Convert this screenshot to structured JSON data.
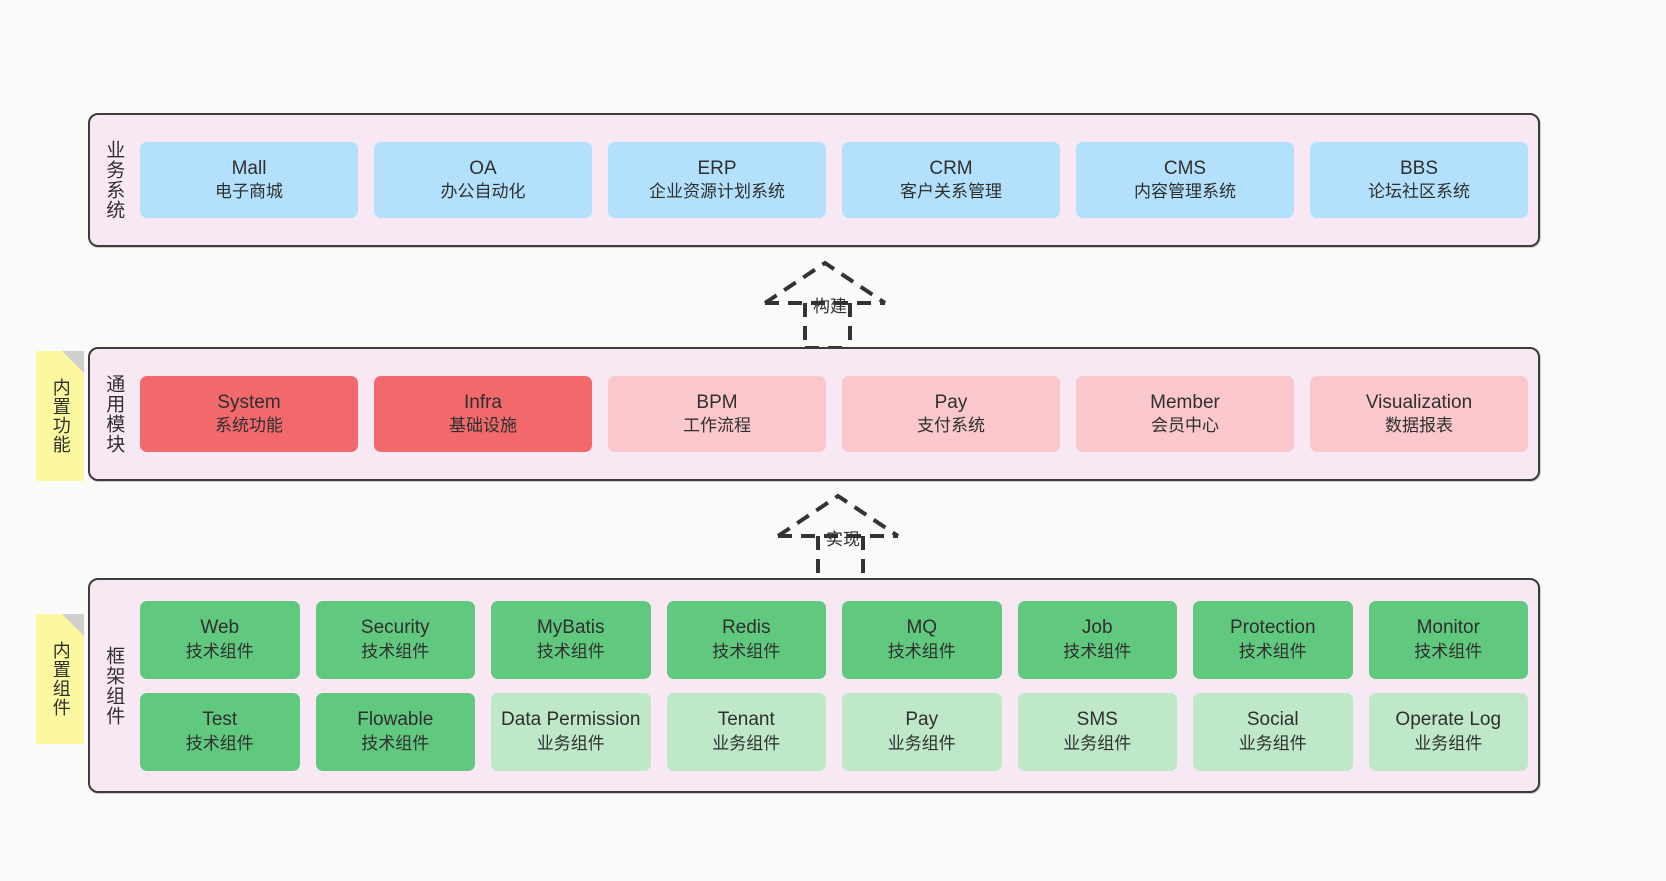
{
  "diagram": {
    "background_color": "#fafafa",
    "panel_color": "#f8e8f3",
    "panel_border_color": "#3c3c3c",
    "note_color": "#fbf8a0"
  },
  "layers": [
    {
      "id": "business-systems",
      "title": "业务系统",
      "note": null,
      "rows": [
        {
          "cards": [
            {
              "en": "Mall",
              "cn": "电子商城",
              "style": "blue",
              "color": "#b3e0fc"
            },
            {
              "en": "OA",
              "cn": "办公自动化",
              "style": "blue",
              "color": "#b3e0fc"
            },
            {
              "en": "ERP",
              "cn": "企业资源计划系统",
              "style": "blue",
              "color": "#b3e0fc"
            },
            {
              "en": "CRM",
              "cn": "客户关系管理",
              "style": "blue",
              "color": "#b3e0fc"
            },
            {
              "en": "CMS",
              "cn": "内容管理系统",
              "style": "blue",
              "color": "#b3e0fc"
            },
            {
              "en": "BBS",
              "cn": "论坛社区系统",
              "style": "blue",
              "color": "#b3e0fc"
            }
          ]
        }
      ]
    },
    {
      "id": "common-modules",
      "title": "通用模块",
      "note": "内置功能",
      "rows": [
        {
          "cards": [
            {
              "en": "System",
              "cn": "系统功能",
              "style": "red",
              "color": "#f2696c"
            },
            {
              "en": "Infra",
              "cn": "基础设施",
              "style": "red",
              "color": "#f2696c"
            },
            {
              "en": "BPM",
              "cn": "工作流程",
              "style": "pink",
              "color": "#fac7cd"
            },
            {
              "en": "Pay",
              "cn": "支付系统",
              "style": "pink",
              "color": "#fac7cd"
            },
            {
              "en": "Member",
              "cn": "会员中心",
              "style": "pink",
              "color": "#fac7cd"
            },
            {
              "en": "Visualization",
              "cn": "数据报表",
              "style": "pink",
              "color": "#fac7cd"
            }
          ]
        }
      ]
    },
    {
      "id": "framework-components",
      "title": "框架组件",
      "note": "内置组件",
      "rows": [
        {
          "cards": [
            {
              "en": "Web",
              "cn": "技术组件",
              "style": "green",
              "color": "#61c97f"
            },
            {
              "en": "Security",
              "cn": "技术组件",
              "style": "green",
              "color": "#61c97f"
            },
            {
              "en": "MyBatis",
              "cn": "技术组件",
              "style": "green",
              "color": "#61c97f"
            },
            {
              "en": "Redis",
              "cn": "技术组件",
              "style": "green",
              "color": "#61c97f"
            },
            {
              "en": "MQ",
              "cn": "技术组件",
              "style": "green",
              "color": "#61c97f"
            },
            {
              "en": "Job",
              "cn": "技术组件",
              "style": "green",
              "color": "#61c97f"
            },
            {
              "en": "Protection",
              "cn": "技术组件",
              "style": "green",
              "color": "#61c97f"
            },
            {
              "en": "Monitor",
              "cn": "技术组件",
              "style": "green",
              "color": "#61c97f"
            }
          ]
        },
        {
          "cards": [
            {
              "en": "Test",
              "cn": "技术组件",
              "style": "green",
              "color": "#61c97f"
            },
            {
              "en": "Flowable",
              "cn": "技术组件",
              "style": "green",
              "color": "#61c97f"
            },
            {
              "en": "Data Permission",
              "cn": "业务组件",
              "style": "lightgreen",
              "color": "#bfe8c8"
            },
            {
              "en": "Tenant",
              "cn": "业务组件",
              "style": "lightgreen",
              "color": "#bfe8c8"
            },
            {
              "en": "Pay",
              "cn": "业务组件",
              "style": "lightgreen",
              "color": "#bfe8c8"
            },
            {
              "en": "SMS",
              "cn": "业务组件",
              "style": "lightgreen",
              "color": "#bfe8c8"
            },
            {
              "en": "Social",
              "cn": "业务组件",
              "style": "lightgreen",
              "color": "#bfe8c8"
            },
            {
              "en": "Operate Log",
              "cn": "业务组件",
              "style": "lightgreen",
              "color": "#bfe8c8"
            }
          ]
        }
      ]
    }
  ],
  "connectors": [
    {
      "id": "build",
      "label": "构建"
    },
    {
      "id": "implement",
      "label": "实现"
    }
  ]
}
